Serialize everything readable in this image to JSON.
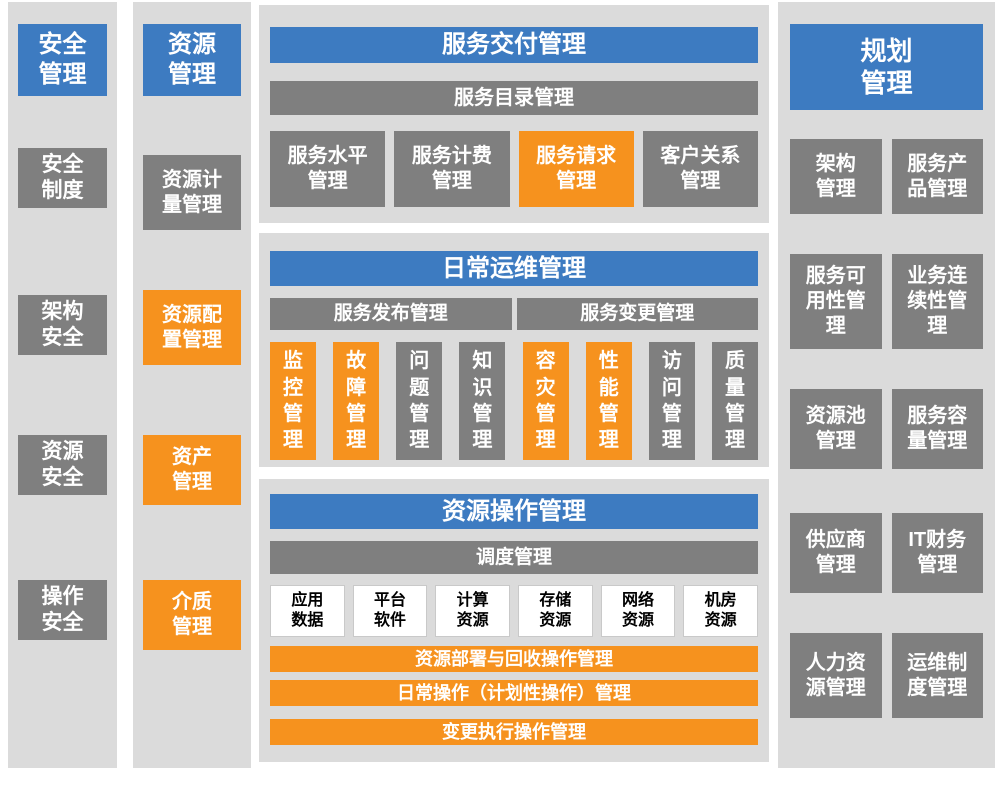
{
  "colors": {
    "blue": "#3D7BC1",
    "gray": "#7F7F7F",
    "orange": "#F6921E",
    "panel_gray": "#DBDBDB",
    "white_box": "#FFFFFF"
  },
  "security": {
    "header": "安全\n管理",
    "items": [
      {
        "label": "安全\n制度",
        "color": "gray"
      },
      {
        "label": "架构\n安全",
        "color": "gray"
      },
      {
        "label": "资源\n安全",
        "color": "gray"
      },
      {
        "label": "操作\n安全",
        "color": "gray"
      }
    ]
  },
  "resource": {
    "header": "资源\n管理",
    "items": [
      {
        "label": "资源计\n量管理",
        "color": "gray"
      },
      {
        "label": "资源配\n置管理",
        "color": "orange"
      },
      {
        "label": "资产\n管理",
        "color": "orange"
      },
      {
        "label": "介质\n管理",
        "color": "orange"
      }
    ]
  },
  "service_delivery": {
    "header": "服务交付管理",
    "subheader": "服务目录管理",
    "items": [
      {
        "label": "服务水平\n管理",
        "color": "gray"
      },
      {
        "label": "服务计费\n管理",
        "color": "gray"
      },
      {
        "label": "服务请求\n管理",
        "color": "orange"
      },
      {
        "label": "客户关系\n管理",
        "color": "gray"
      }
    ]
  },
  "daily_ops": {
    "header": "日常运维管理",
    "subheaders": [
      "服务发布管理",
      "服务变更管理"
    ],
    "items": [
      {
        "label": "监\n控\n管\n理",
        "color": "orange"
      },
      {
        "label": "故\n障\n管\n理",
        "color": "orange"
      },
      {
        "label": "问\n题\n管\n理",
        "color": "gray"
      },
      {
        "label": "知\n识\n管\n理",
        "color": "gray"
      },
      {
        "label": "容\n灾\n管\n理",
        "color": "orange"
      },
      {
        "label": "性\n能\n管\n理",
        "color": "orange"
      },
      {
        "label": "访\n问\n管\n理",
        "color": "gray"
      },
      {
        "label": "质\n量\n管\n理",
        "color": "gray"
      }
    ]
  },
  "resource_ops": {
    "header": "资源操作管理",
    "subheader": "调度管理",
    "resources": [
      "应用\n数据",
      "平台\n软件",
      "计算\n资源",
      "存储\n资源",
      "网络\n资源",
      "机房\n资源"
    ],
    "bars": [
      "资源部署与回收操作管理",
      "日常操作（计划性操作）管理",
      "变更执行操作管理"
    ]
  },
  "planning": {
    "header": "规划\n管理",
    "items": [
      "架构\n管理",
      "服务产\n品管理",
      "服务可\n用性管\n理",
      "业务连\n续性管\n理",
      "资源池\n管理",
      "服务容\n量管理",
      "供应商\n管理",
      "IT财务\n管理",
      "人力资\n源管理",
      "运维制\n度管理"
    ]
  }
}
